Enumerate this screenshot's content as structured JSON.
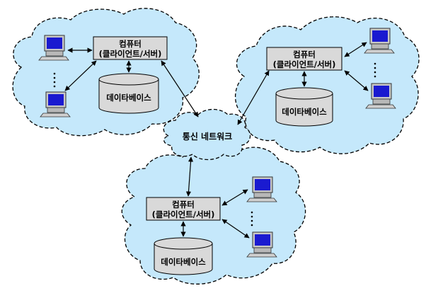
{
  "clusters": [
    {
      "id": "left",
      "computer_label_line1": "컴퓨터",
      "computer_label_line2": "(클라이언트/서버)",
      "database_label": "데이타베이스"
    },
    {
      "id": "right",
      "computer_label_line1": "컴퓨터",
      "computer_label_line2": "(클라이언트/서버)",
      "database_label": "데이타베이스"
    },
    {
      "id": "bottom",
      "computer_label_line1": "컴퓨터",
      "computer_label_line2": "(클라이언트/서버)",
      "database_label": "데이타베이스"
    }
  ],
  "network": {
    "label": "통신 네트워크"
  },
  "colors": {
    "cloud_fill": "#c5e8fb",
    "cloud_stroke": "#000000",
    "box_fill": "#d9d9d9",
    "db_fill": "#d9d9d9",
    "monitor_screen": "#1a1ad0",
    "monitor_body": "#c8c8c8"
  }
}
